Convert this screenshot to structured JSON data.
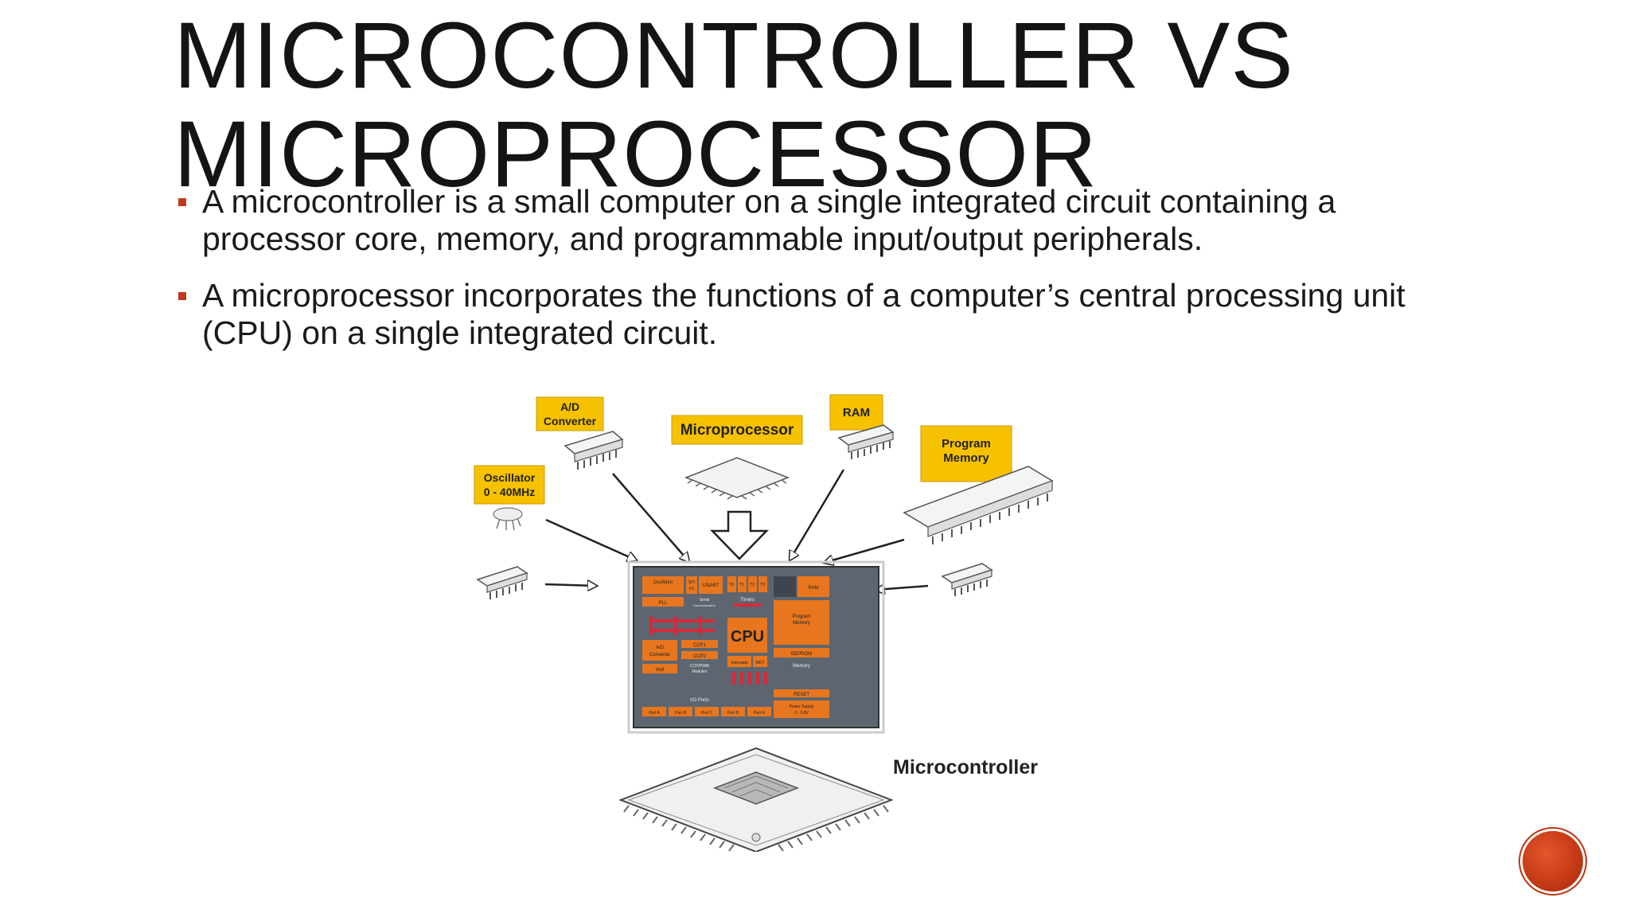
{
  "slide": {
    "title_line1": "MICROCONTROLLER VS",
    "title_line2": "MICROPROCESSOR",
    "bullets": [
      {
        "text": "A microcontroller is a small computer on a single integrated circuit containing a processor core, memory, and programmable input/output peripherals."
      },
      {
        "text": "A microprocessor incorporates the functions of a computer’s central processing unit (CPU) on a single integrated circuit."
      }
    ],
    "accent_color": "#c0391e"
  },
  "diagram": {
    "labels": {
      "ad_converter_1": "A/D",
      "ad_converter_2": "Converter",
      "microprocessor": "Microprocessor",
      "ram": "RAM",
      "program_memory_1": "Program",
      "program_memory_2": "Memory",
      "oscillator_1": "Oscillator",
      "oscillator_2": "0 - 40MHz",
      "microcontroller": "Microcontroller"
    },
    "block": {
      "oscillator": "Oscillator",
      "pll": "PLL",
      "spi": "SPI",
      "i2c": "I²C",
      "usart": "USART",
      "t0": "T0",
      "t1": "T1",
      "t2": "T2",
      "t3": "T3",
      "timers": "Timers",
      "serial": "Serial",
      "communication": "Communication",
      "ram": "RAM",
      "program_memory": "Program",
      "memory_word": "Memory",
      "cpu": "CPU",
      "ad": "A/D",
      "converter": "Converter",
      "vref": "Vref",
      "ccp1": "CCP1",
      "ccp2": "CCP2",
      "ccppwm": "CCP/PWM",
      "modules": "Modules",
      "interrupts": "Interrupts",
      "wdt": "WDT",
      "eeprom": "EEPROM",
      "memory": "Memory",
      "reset": "RESET",
      "io_ports": "I/O Ports",
      "port_a": "Port A",
      "port_b": "Port B",
      "port_c": "Port C",
      "port_d": "Port D",
      "port_e": "Port E",
      "power_supply": "Power Supply",
      "voltage": "2 - 5.5V"
    },
    "colors": {
      "label_bg": "#f6c200",
      "block_orange": "#e8761e",
      "block_gray": "#5d6670",
      "bus_red": "#d62a3a"
    }
  }
}
